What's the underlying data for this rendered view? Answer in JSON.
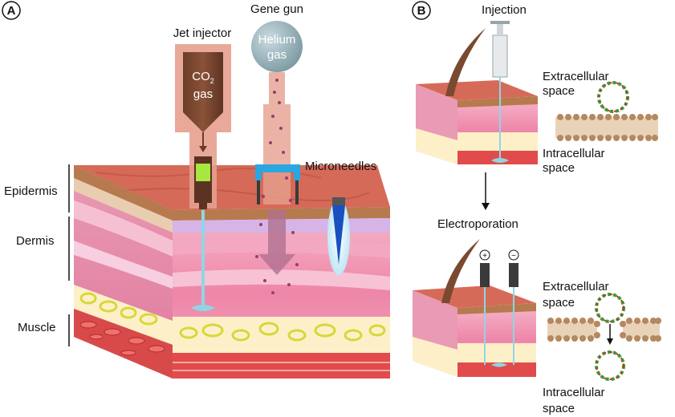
{
  "panels": {
    "a": "A",
    "b": "B"
  },
  "panel_a": {
    "jet_injector": "Jet injector",
    "gene_gun": "Gene gun",
    "helium_line1": "Helium",
    "helium_line2": "gas",
    "co2_main": "CO",
    "co2_sub": "2",
    "co2_gas": "gas",
    "microneedles": "Microneedles",
    "epidermis": "Epidermis",
    "dermis": "Dermis",
    "muscle": "Muscle"
  },
  "panel_b": {
    "injection": "Injection",
    "electroporation": "Electroporation",
    "extra_top_1": "Extracellular",
    "extra_top_2": "space",
    "intra_top_1": "Intracellular",
    "intra_top_2": "space",
    "extra_bot_1": "Extracellular",
    "extra_bot_2": "space",
    "intra_bot_1": "Intracellular",
    "intra_bot_2": "space",
    "electrode_plus": "+",
    "electrode_minus": "−"
  }
}
